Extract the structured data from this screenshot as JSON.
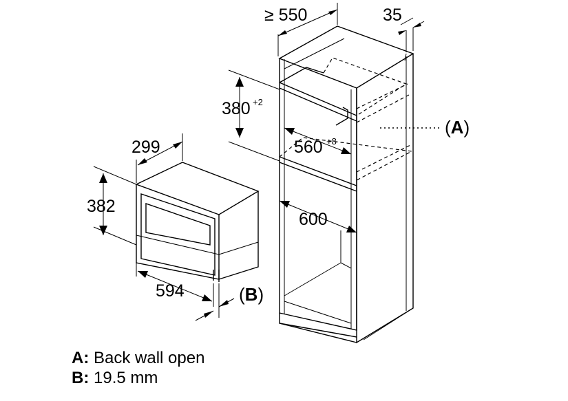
{
  "dimensions": {
    "depth_min": "≥ 550",
    "side_panel": "35",
    "niche_height": "380",
    "niche_height_tol": "+2",
    "niche_width": "560",
    "niche_width_tol": "+8",
    "cabinet_width": "600",
    "appliance_depth": "299",
    "appliance_height": "382",
    "appliance_width": "594"
  },
  "callouts": {
    "a": "(A)",
    "a_letter": "A",
    "b": "(B)",
    "b_letter": "B"
  },
  "legend": [
    {
      "key": "A:",
      "text": "Back wall open"
    },
    {
      "key": "B:",
      "text": "19.5 mm"
    }
  ]
}
